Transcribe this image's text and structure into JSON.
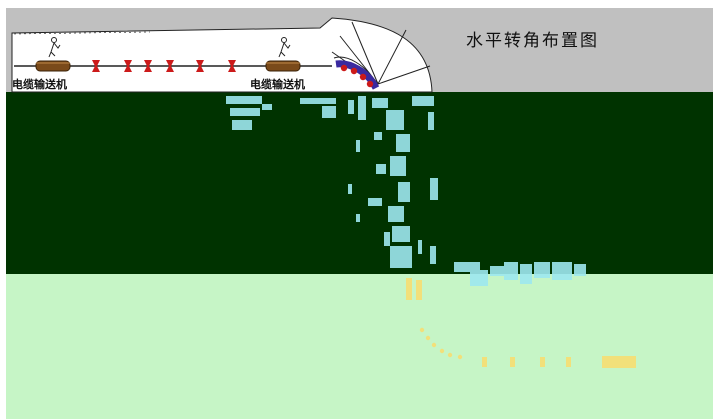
{
  "diagram": {
    "title": "水平转角布置图",
    "conveyor_label_left": "电缆输送机",
    "conveyor_label_right": "电缆输送机",
    "colors": {
      "top_band": "#c0c0c0",
      "middle_band": "#003300",
      "bottom_band": "#c6f5c6",
      "cable_roller": "#cc1a1a",
      "conveyor_body": "#7a4a1a",
      "corner_roller": "#3a2aa0",
      "artifact_cyan": "#9ee8f0",
      "artifact_yellow": "#f2e07a"
    },
    "icons": [
      "person-icon",
      "roller-icon",
      "corner-roller-icon"
    ]
  }
}
